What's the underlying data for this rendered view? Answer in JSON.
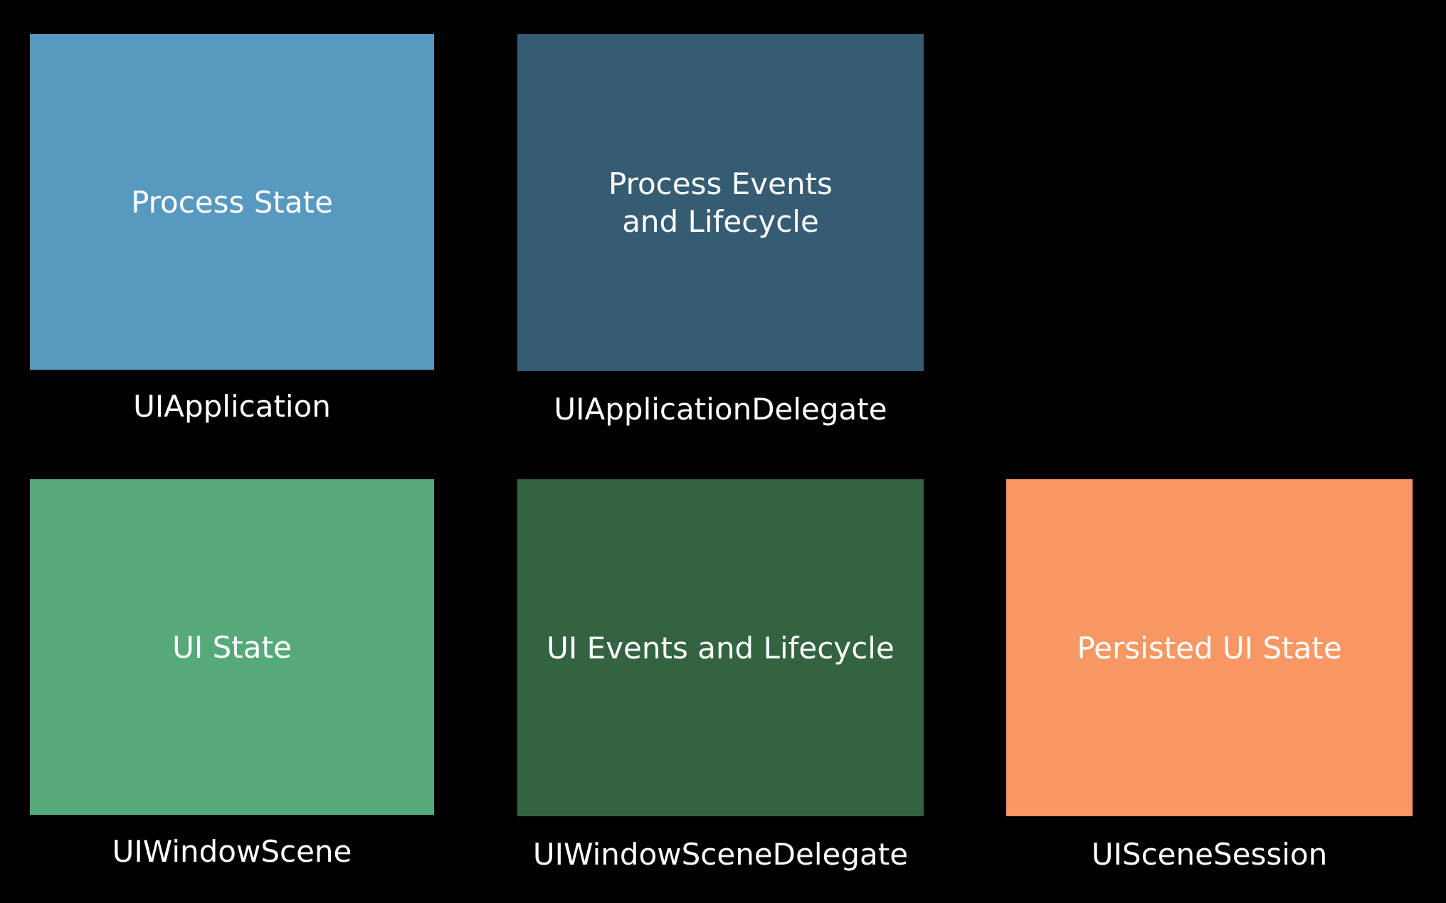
{
  "colors": {
    "background": "#000000",
    "process_state": "#5899bf",
    "process_events": "#365c73",
    "ui_state": "#56aa79",
    "ui_events": "#336340",
    "persisted_ui_state": "#f79763",
    "text": "#ffffff"
  },
  "boxes": {
    "process_state": {
      "label": "Process State",
      "caption": "UIApplication"
    },
    "process_events": {
      "label": "Process Events\nand Lifecycle",
      "caption": "UIApplicationDelegate"
    },
    "ui_state": {
      "label": "UI State",
      "caption": "UIWindowScene"
    },
    "ui_events": {
      "label": "UI Events and Lifecycle",
      "caption": "UIWindowSceneDelegate"
    },
    "persisted_ui_state": {
      "label": "Persisted UI State",
      "caption": "UISceneSession"
    }
  }
}
